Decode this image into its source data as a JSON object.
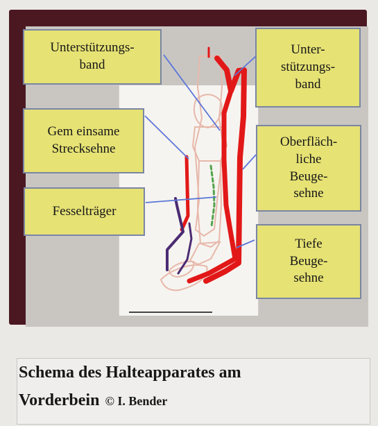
{
  "labels": {
    "left_top": "Unterstützungs-\nband",
    "right_top": "Unter-\nstützungs-\nband",
    "left_middle": "Gem einsame\nStrecksehne",
    "right_middle": "Oberfläch-\nliche\nBeuge-\nsehne",
    "left_bottom": "Fesselträger",
    "right_bottom": "Tiefe\nBeuge-\nsehne"
  },
  "caption": {
    "line1": "Schema des Halteapparates am",
    "line2": "Vorderbein",
    "credit": "© I. Bender"
  },
  "colors": {
    "frame": "#4b1822",
    "box_fill": "#e6e274",
    "tendon_red": "#e21818",
    "tendon_purple": "#4b2b73",
    "pointer_blue": "#5b76d8"
  }
}
